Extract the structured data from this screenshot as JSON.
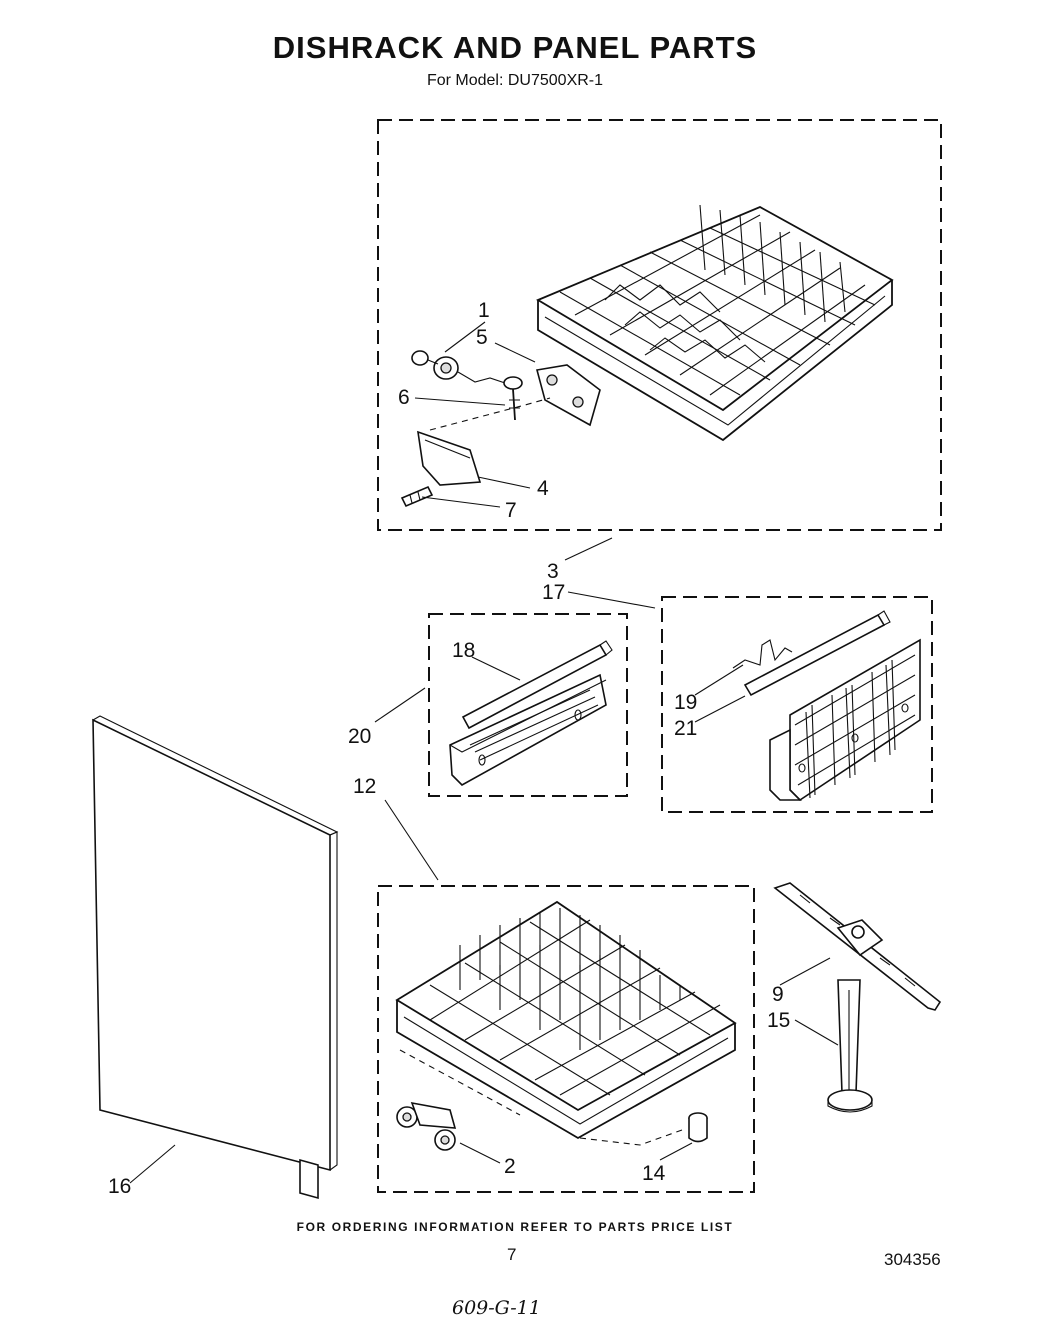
{
  "header": {
    "title": "DISHRACK AND PANEL PARTS",
    "subtitle": "For Model: DU7500XR-1"
  },
  "callouts": {
    "c1": "1",
    "c2": "2",
    "c3": "3",
    "c4": "4",
    "c5": "5",
    "c6": "6",
    "c7": "7",
    "c9": "9",
    "c12": "12",
    "c14": "14",
    "c15": "15",
    "c16": "16",
    "c17": "17",
    "c18": "18",
    "c19": "19",
    "c20": "20",
    "c21": "21"
  },
  "footer": {
    "ordering_note": "FOR ORDERING INFORMATION REFER TO PARTS PRICE LIST",
    "page_number": "7",
    "document_number": "304356",
    "handwritten_note": "609-G-11"
  }
}
